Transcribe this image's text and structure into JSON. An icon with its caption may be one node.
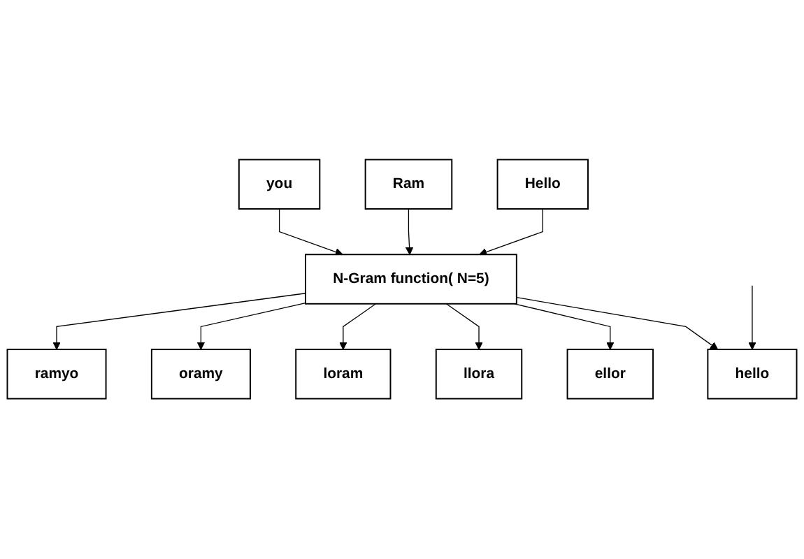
{
  "diagram": {
    "nodes": [
      {
        "text": [
          "Hello"
        ]
      },
      {
        "text": [
          "Ram"
        ]
      },
      {
        "text": [
          "you"
        ]
      },
      {
        "text": [
          "N-Gram function( N=5)"
        ]
      },
      {
        "text": [
          "hello"
        ]
      },
      {
        "text": [
          "ellor"
        ]
      },
      {
        "text": [
          "llora"
        ]
      },
      {
        "text": [
          "loram"
        ]
      },
      {
        "text": [
          "oramy"
        ]
      },
      {
        "text": [
          "ramyo"
        ]
      }
    ],
    "edges": [
      {
        "from": 0,
        "to": 3,
        "arrow": "to"
      },
      {
        "from": 1,
        "to": 3,
        "arrow": "to"
      },
      {
        "from": 2,
        "to": 3,
        "arrow": "to"
      },
      {
        "from": 3,
        "to": 4,
        "arrow": "to"
      },
      {
        "from": 3,
        "to": 5,
        "arrow": "to"
      },
      {
        "from": 3,
        "to": 6,
        "arrow": "to"
      },
      {
        "from": 3,
        "to": 7,
        "arrow": "to"
      },
      {
        "from": 3,
        "to": 8,
        "arrow": "to"
      },
      {
        "from": 3,
        "to": 9,
        "arrow": "to"
      },
      {
        "from": null,
        "to": 4,
        "arrow": "to"
      }
    ]
  }
}
